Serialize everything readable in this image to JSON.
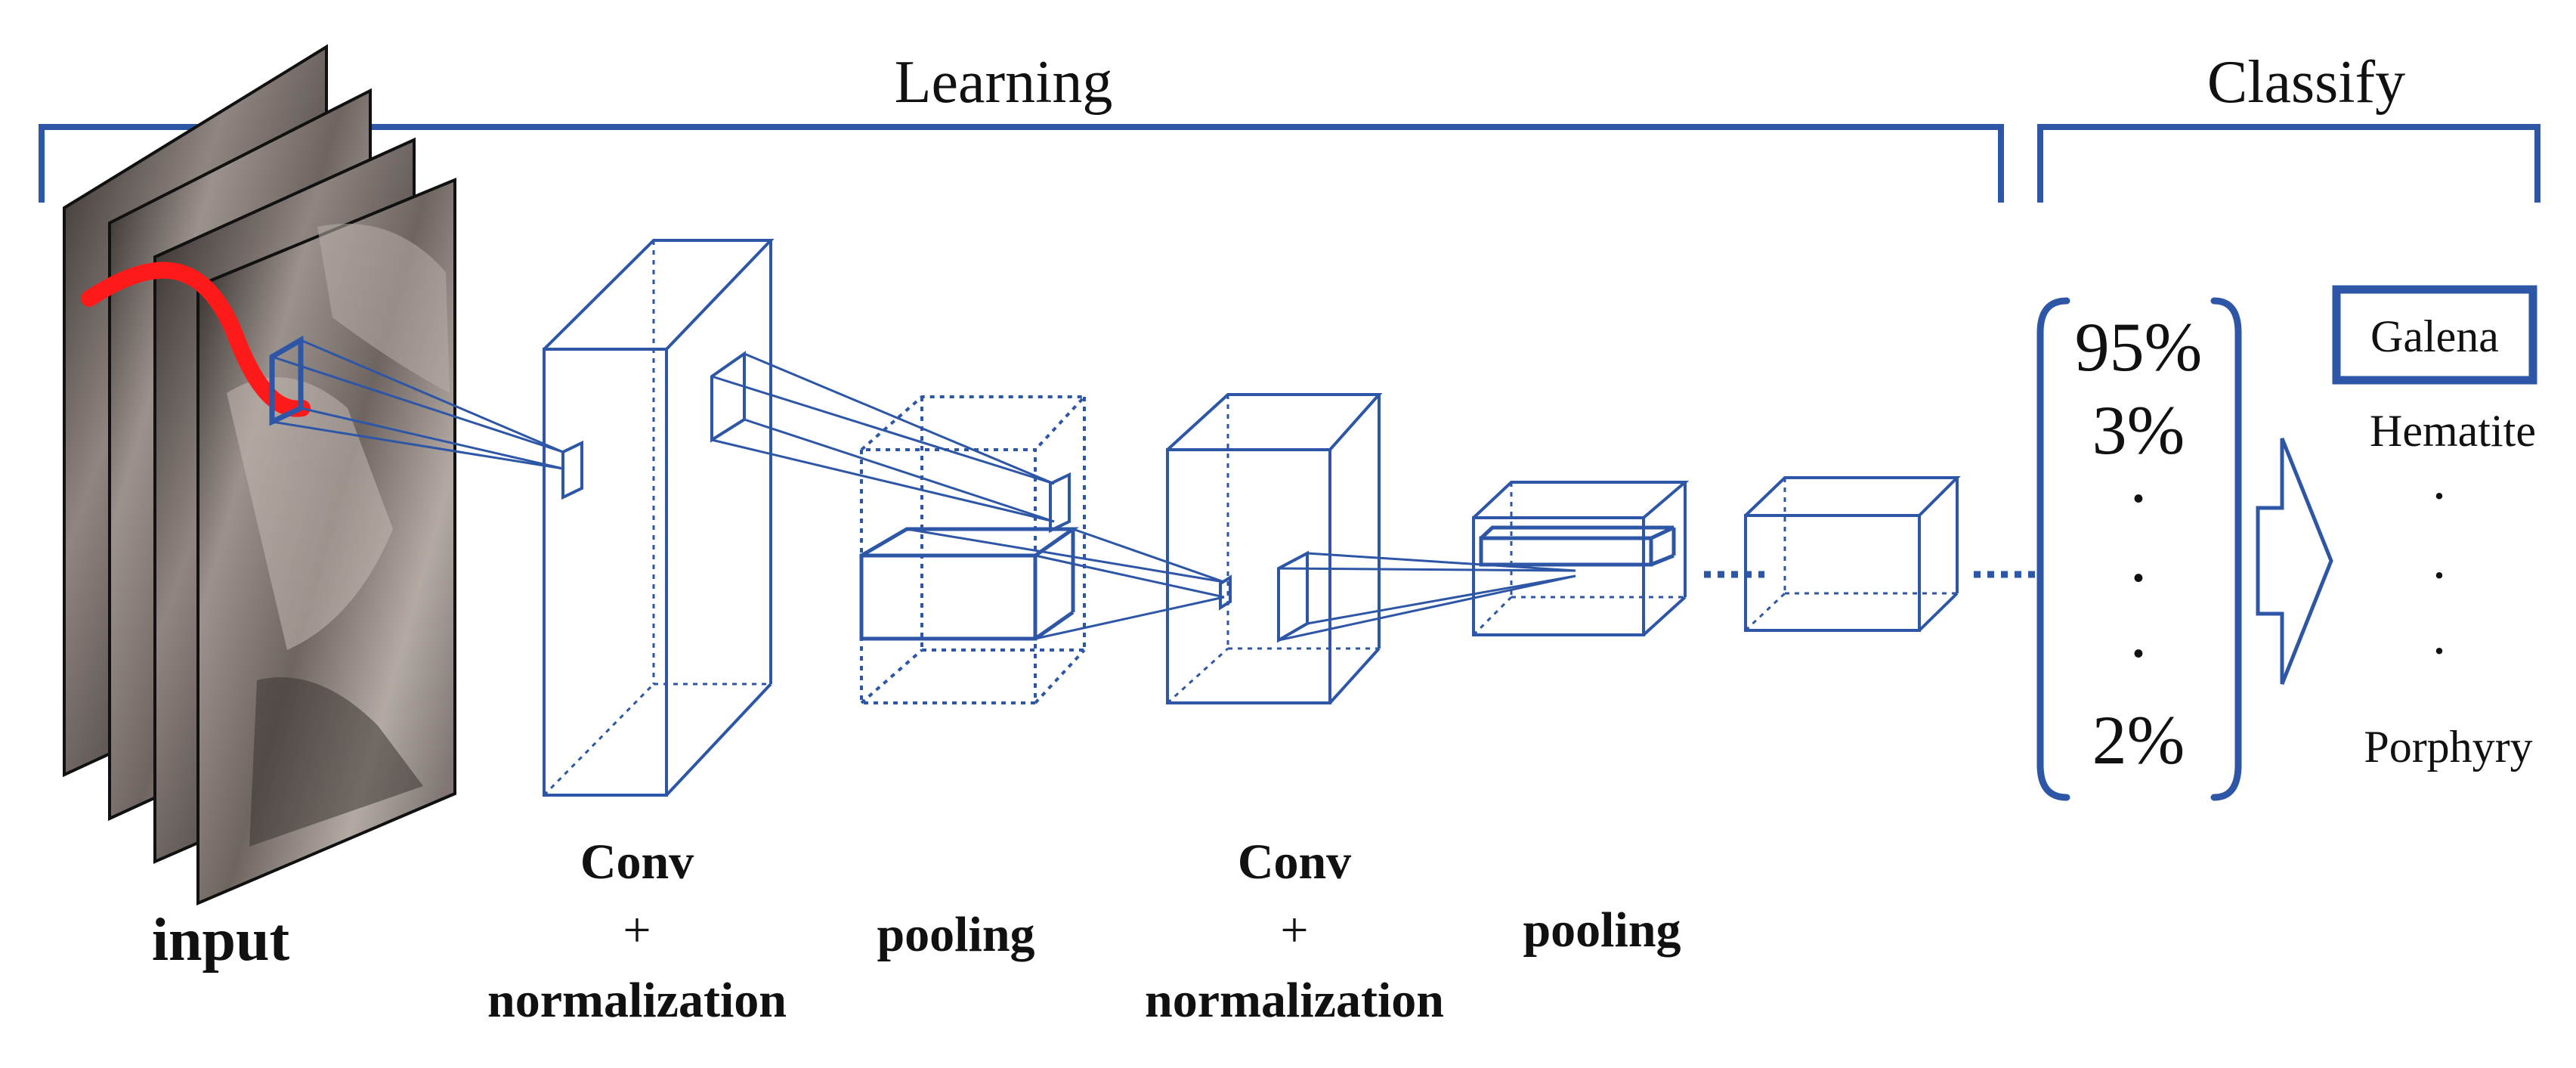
{
  "sections": {
    "learning": "Learning",
    "classify": "Classify"
  },
  "stages": {
    "input": "input",
    "conv1_line1": "Conv",
    "conv1_line2": "+",
    "conv1_line3": "normalization",
    "pool1": "pooling",
    "conv2_line1": "Conv",
    "conv2_line2": "+",
    "conv2_line3": "normalization",
    "pool2": "pooling"
  },
  "probabilities": {
    "p1": "95%",
    "p2": "3%",
    "dot1": "·",
    "dot2": "·",
    "dot3": "·",
    "p_last": "2%"
  },
  "classes": {
    "top": "Galena",
    "second": "Hematite",
    "dot1": "·",
    "dot2": "·",
    "dot3": "·",
    "last": "Porphyry"
  },
  "colors": {
    "accent": "#2e56a6",
    "curve": "#ff1a1a",
    "text": "#111111"
  }
}
